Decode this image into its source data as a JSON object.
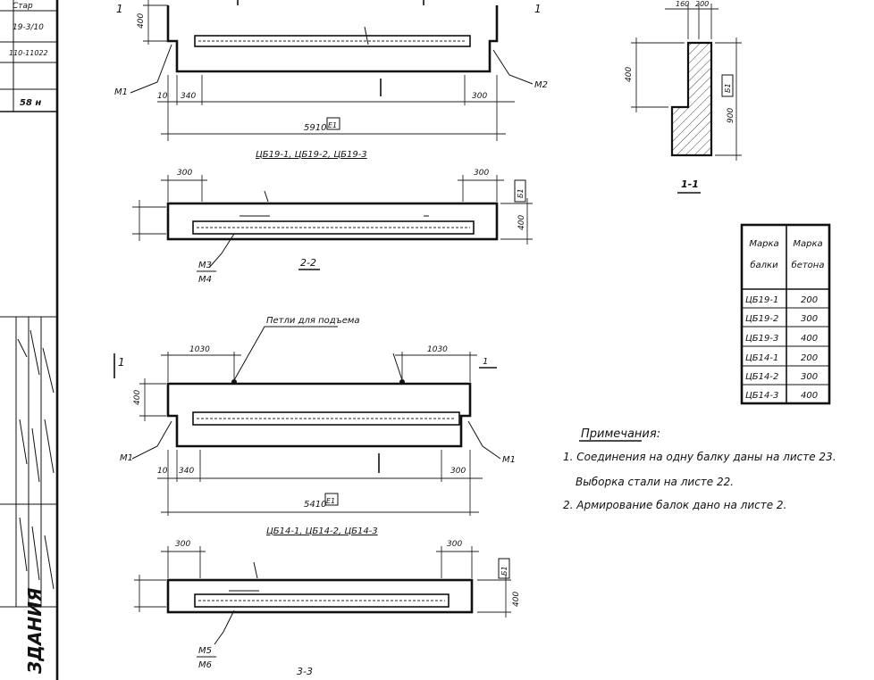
{
  "stamp": {
    "cells": [
      "Стар",
      "19-3/10",
      "110-11022",
      "58 н"
    ],
    "vertical_text": "ЗДАНИЯ"
  },
  "sections": {
    "s11": "1-1",
    "s22": "2-2",
    "s33": "3-3"
  },
  "elevation_top": {
    "dim_height": "400",
    "dim_left_small": "10",
    "dim_left": "340",
    "dim_right": "300",
    "total_length": "5910",
    "total_tag": "E1",
    "labels": [
      "М1",
      "М2",
      "1"
    ],
    "caption": "ЦБ19-1, ЦБ19-2, ЦБ19-3"
  },
  "plan_top": {
    "dim_left": "300",
    "dim_right": "300",
    "label": "М3",
    "label2": "М4",
    "right_dim": "400",
    "right_box": "Б1"
  },
  "elevation_mid": {
    "note": "Петли для подъема",
    "dim_left": "1030",
    "dim_right": "1030",
    "dim_height": "400",
    "dim_left_small": "10",
    "dim_left_b": "340",
    "dim_right_b": "300",
    "total_length": "5410",
    "total_tag": "E1",
    "labels": [
      "М1",
      "М1",
      "1"
    ],
    "caption": "ЦБ14-1, ЦБ14-2, ЦБ14-3"
  },
  "plan_bottom": {
    "dim_left": "300",
    "dim_right": "300",
    "label": "М5",
    "label2": "М6",
    "right_dim": "400",
    "right_box": "Б1"
  },
  "section_detail": {
    "top_dims": [
      "160",
      "200"
    ],
    "left_dim": "400",
    "right_dim": "900",
    "right_box": "Б1"
  },
  "table": {
    "headers": [
      "Марка балки",
      "Марка бетона"
    ],
    "rows": [
      [
        "ЦБ19-1",
        "200"
      ],
      [
        "ЦБ19-2",
        "300"
      ],
      [
        "ЦБ19-3",
        "400"
      ],
      [
        "ЦБ14-1",
        "200"
      ],
      [
        "ЦБ14-2",
        "300"
      ],
      [
        "ЦБ14-3",
        "400"
      ]
    ]
  },
  "notes": {
    "title": "Примечания:",
    "items": [
      "1. Соединения на одну балку даны на листе 23.",
      "Выборка стали на листе 22.",
      "2. Армирование балок дано на листе 2."
    ]
  }
}
